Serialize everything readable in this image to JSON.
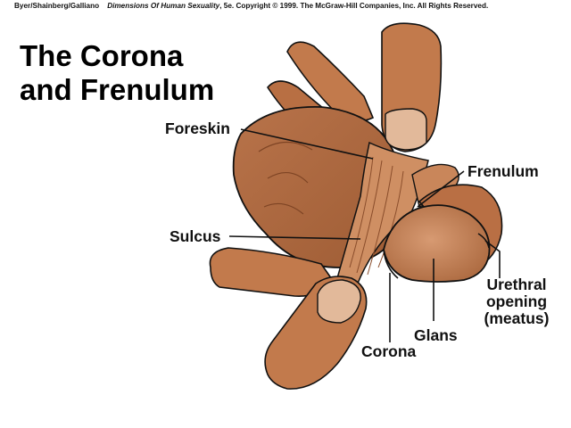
{
  "credit": {
    "authors": "Byer/Shainberg/Galliano",
    "book": "Dimensions Of Human Sexuality",
    "rest": ", 5e. Copyright © 1999. The McGraw-Hill Companies, Inc. All Rights Reserved."
  },
  "title": {
    "line1": "The Corona",
    "line2": "and Frenulum"
  },
  "labels": {
    "foreskin": "Foreskin",
    "frenulum": "Frenulum",
    "sulcus": "Sulcus",
    "urethral_line1": "Urethral",
    "urethral_line2": "opening",
    "urethral_line3": "(meatus)",
    "glans": "Glans",
    "corona": "Corona"
  },
  "colors": {
    "skin": "#c27a4c",
    "skin_dark": "#9b5a33",
    "skin_light": "#dba27a",
    "nail": "#e2b99a",
    "outline": "#111111"
  }
}
